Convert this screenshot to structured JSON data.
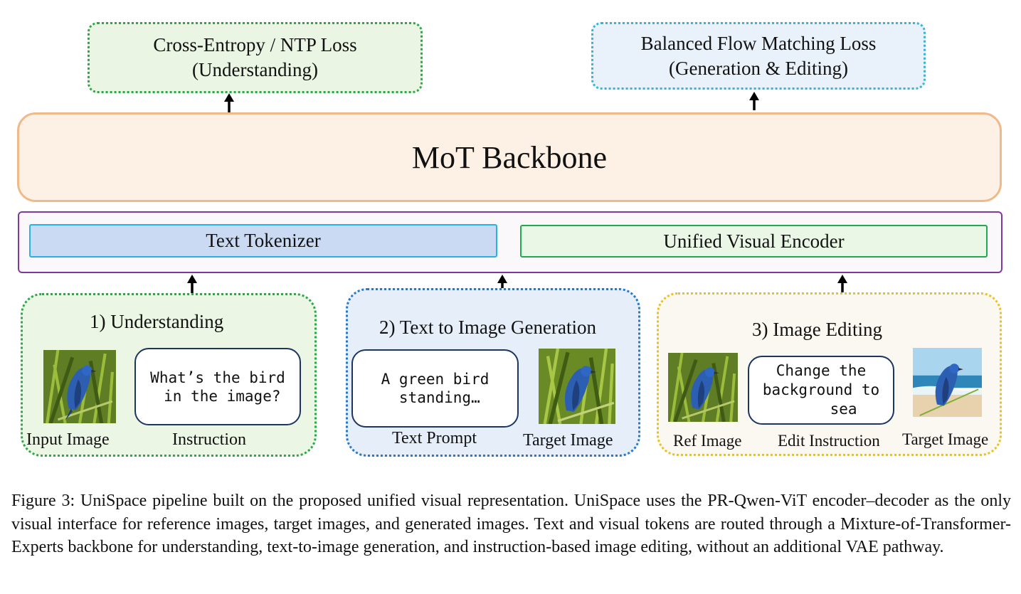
{
  "losses": {
    "understanding": {
      "line1": "Cross-Entropy / NTP Loss",
      "line2": "(Understanding)"
    },
    "generation": {
      "line1": "Balanced Flow Matching Loss",
      "line2": "(Generation & Editing)"
    }
  },
  "backbone": {
    "label": "MoT Backbone"
  },
  "encoders": {
    "text_tokenizer": "Text Tokenizer",
    "visual_encoder": "Unified Visual Encoder"
  },
  "tasks": {
    "understanding": {
      "title": "1) Understanding",
      "image_label": "Input Image",
      "bubble_text": "What’s the bird\n in the image?",
      "bubble_label": "Instruction"
    },
    "generation": {
      "title": "2) Text to Image Generation",
      "bubble_text": "A green bird\n standing…",
      "bubble_label": "Text Prompt",
      "image_label": "Target Image"
    },
    "editing": {
      "title": "3) Image Editing",
      "ref_label": "Ref Image",
      "bubble_text": "Change the\nbackground to\n     sea",
      "bubble_label": "Edit Instruction",
      "target_label": "Target Image"
    }
  },
  "caption": "Figure 3: UniSpace pipeline built on the proposed unified visual representation. UniSpace uses the PR-Qwen-ViT encoder–decoder as the only visual interface for reference images, target images, and generated images. Text and visual tokens are routed through a Mixture-of-Transformer-Experts backbone for understanding, text-to-image generation, and instruction-based image editing, without an additional VAE pathway.",
  "colors": {
    "loss_green_border": "#2aa84a",
    "loss_blue_border": "#2fb7dc",
    "backbone_fill": "#fdf1e6",
    "backbone_border": "#efb98a",
    "frame_purple": "#7d3a9c",
    "tokenizer_fill": "#cbdaf3",
    "visual_encoder_fill": "#eaf7e6",
    "panel_green": "#ebf6e4",
    "panel_blue": "#e6eef9",
    "panel_yellow_border": "#e9c21d",
    "bubble_border": "#1d3561"
  },
  "icons": {
    "arrows": "up-arrow-icon",
    "bird_images": "bird-photo"
  }
}
